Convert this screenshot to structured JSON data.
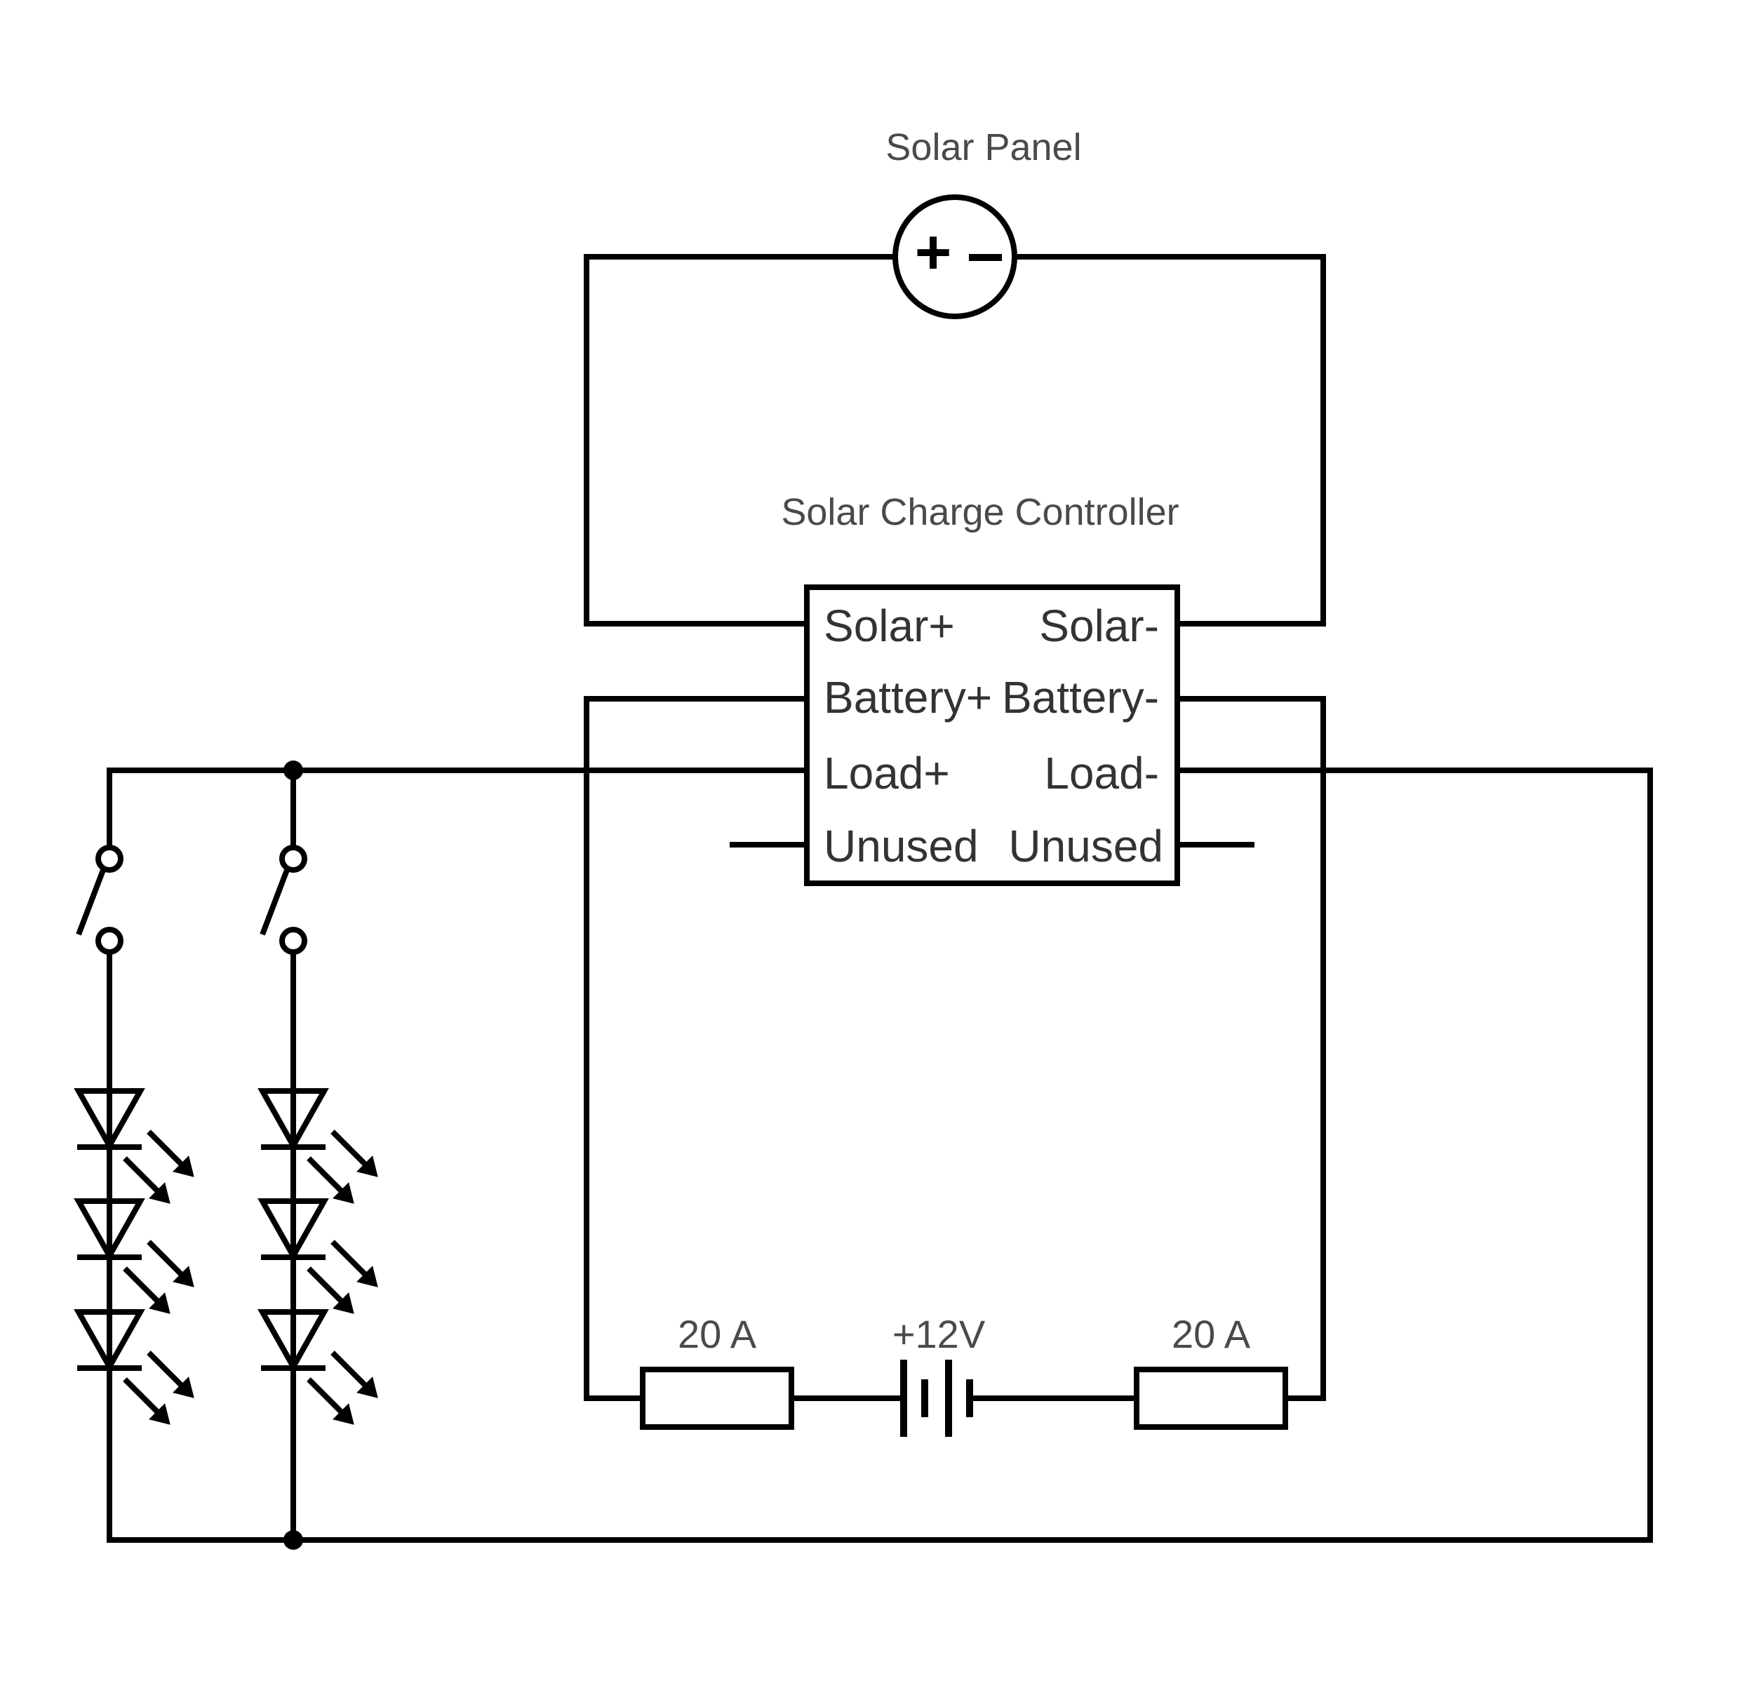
{
  "labels": {
    "solar_panel": "Solar Panel",
    "controller": "Solar Charge Controller",
    "panel_plus": "+",
    "panel_minus": "−",
    "fuse_left": "20 A",
    "fuse_right": "20 A",
    "battery": "+12V"
  },
  "controller_pins": {
    "left": [
      "Solar+",
      "Battery+",
      "Load+",
      "Unused"
    ],
    "right": [
      "Solar-",
      "Battery-",
      "Load-",
      "Unused"
    ]
  },
  "icons": {
    "switch": "spst-switch-icon",
    "led": "led-icon",
    "fuse": "fuse-icon",
    "battery": "battery-icon",
    "solar_panel": "solar-panel-icon"
  }
}
